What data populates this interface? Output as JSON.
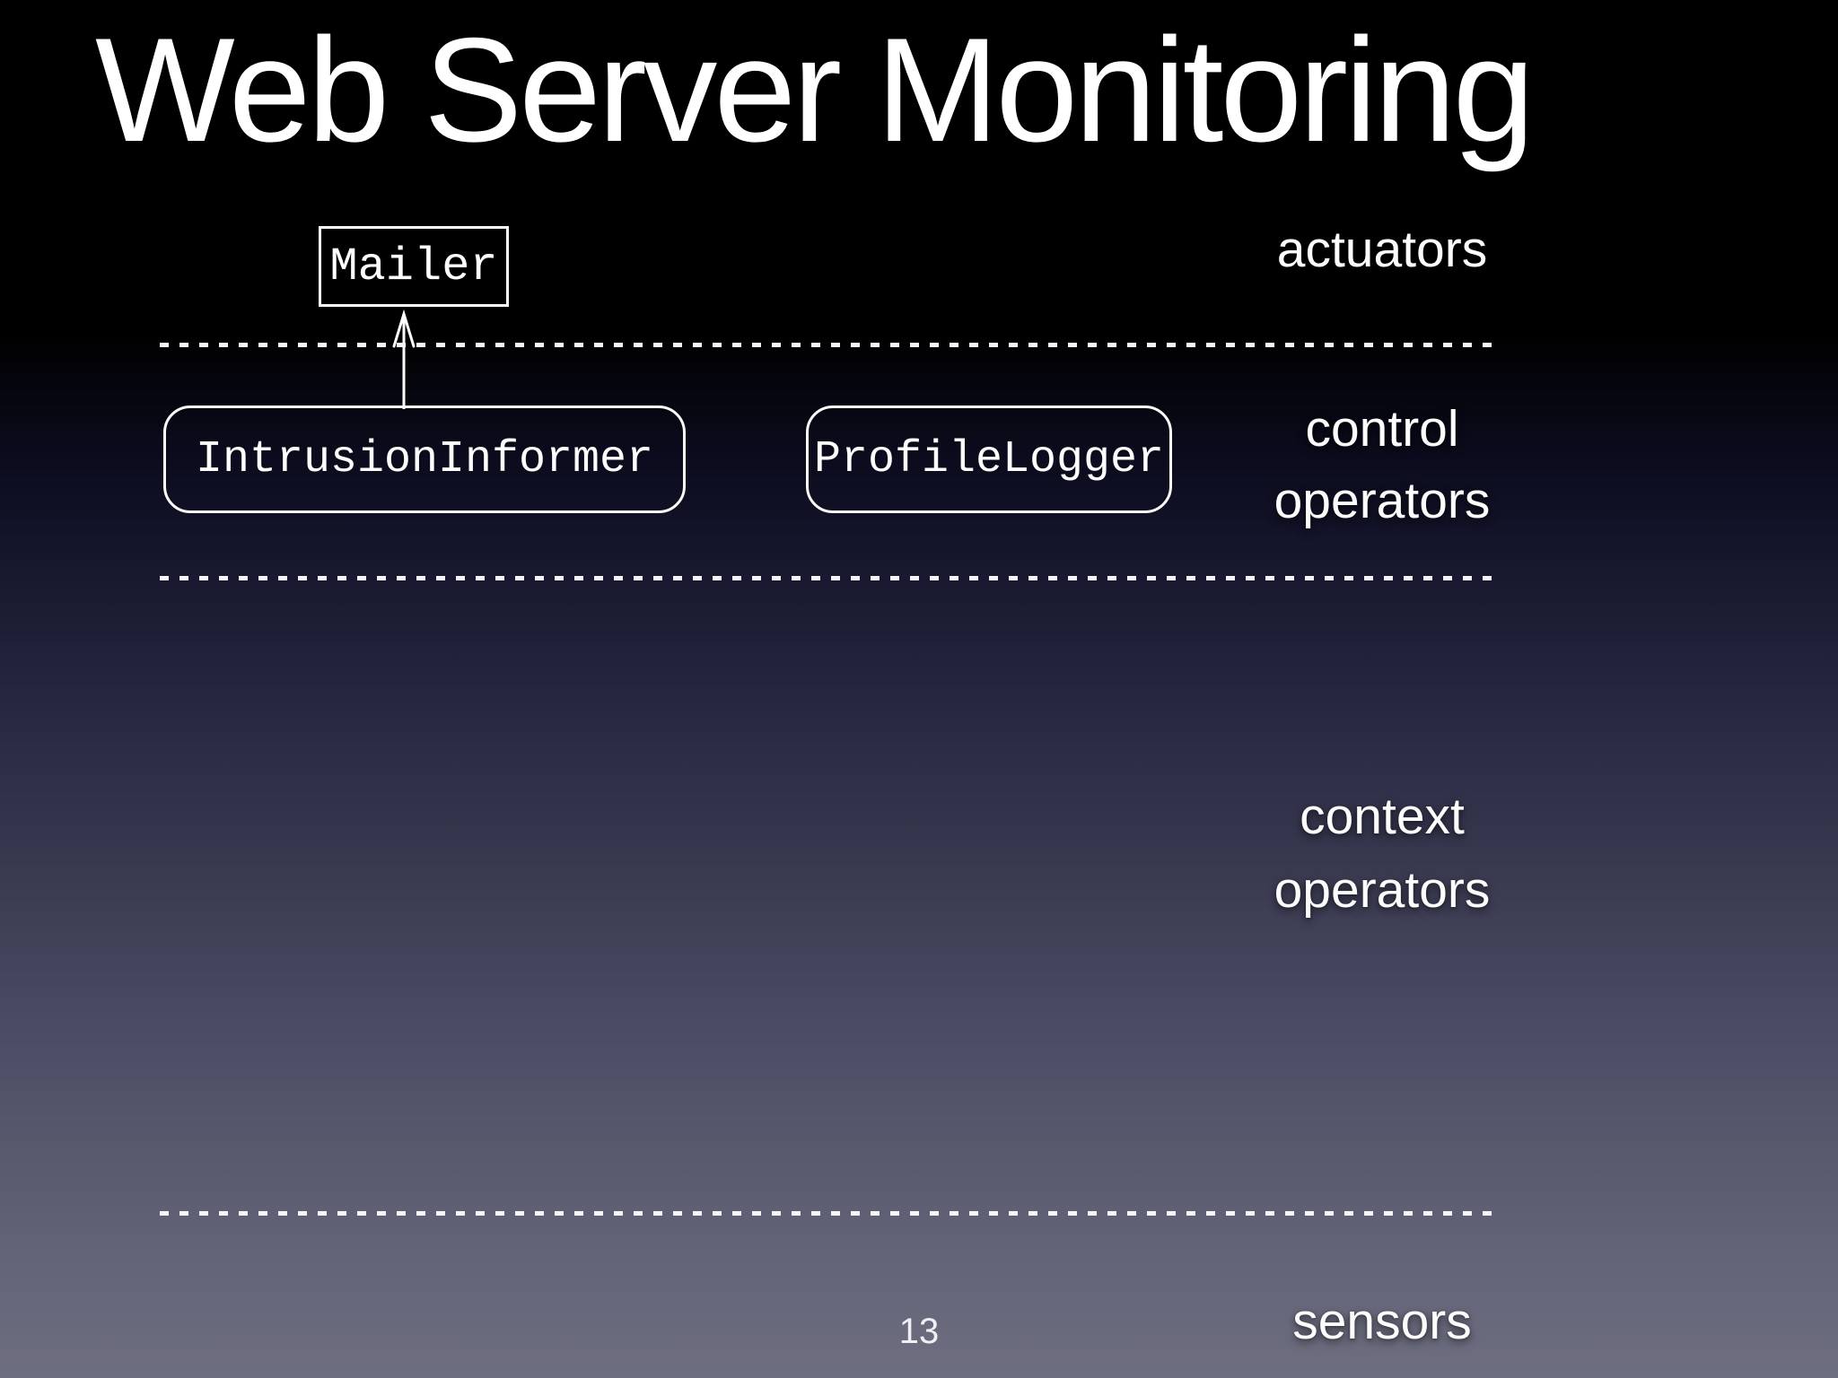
{
  "slide": {
    "title": "Web Server Monitoring",
    "page_number": "13"
  },
  "diagram": {
    "nodes": [
      {
        "id": "mailer",
        "label": "Mailer",
        "shape": "rectangle",
        "layer": "actuators"
      },
      {
        "id": "intrusion-informer",
        "label": "IntrusionInformer",
        "shape": "rounded-rectangle",
        "layer": "control operators"
      },
      {
        "id": "profile-logger",
        "label": "ProfileLogger",
        "shape": "rounded-rectangle",
        "layer": "control operators"
      }
    ],
    "edges": [
      {
        "from": "intrusion-informer",
        "to": "mailer",
        "style": "solid",
        "arrowhead": "open",
        "direction": "up"
      }
    ],
    "layers": [
      {
        "id": "actuators",
        "lines": [
          "actuators"
        ]
      },
      {
        "id": "control-operators",
        "lines": [
          "control",
          "operators"
        ]
      },
      {
        "id": "context-operators",
        "lines": [
          "context",
          "operators"
        ]
      },
      {
        "id": "sensors",
        "lines": [
          "sensors"
        ]
      }
    ],
    "separators": {
      "count": 3,
      "style": "dashed"
    }
  },
  "colors": {
    "background_top": "#000000",
    "background_bottom": "#6d6e7e",
    "background_mid_navy": "#202038",
    "text": "#ffffff",
    "node_border": "#fafafa",
    "separator": "#f6f6fa"
  }
}
